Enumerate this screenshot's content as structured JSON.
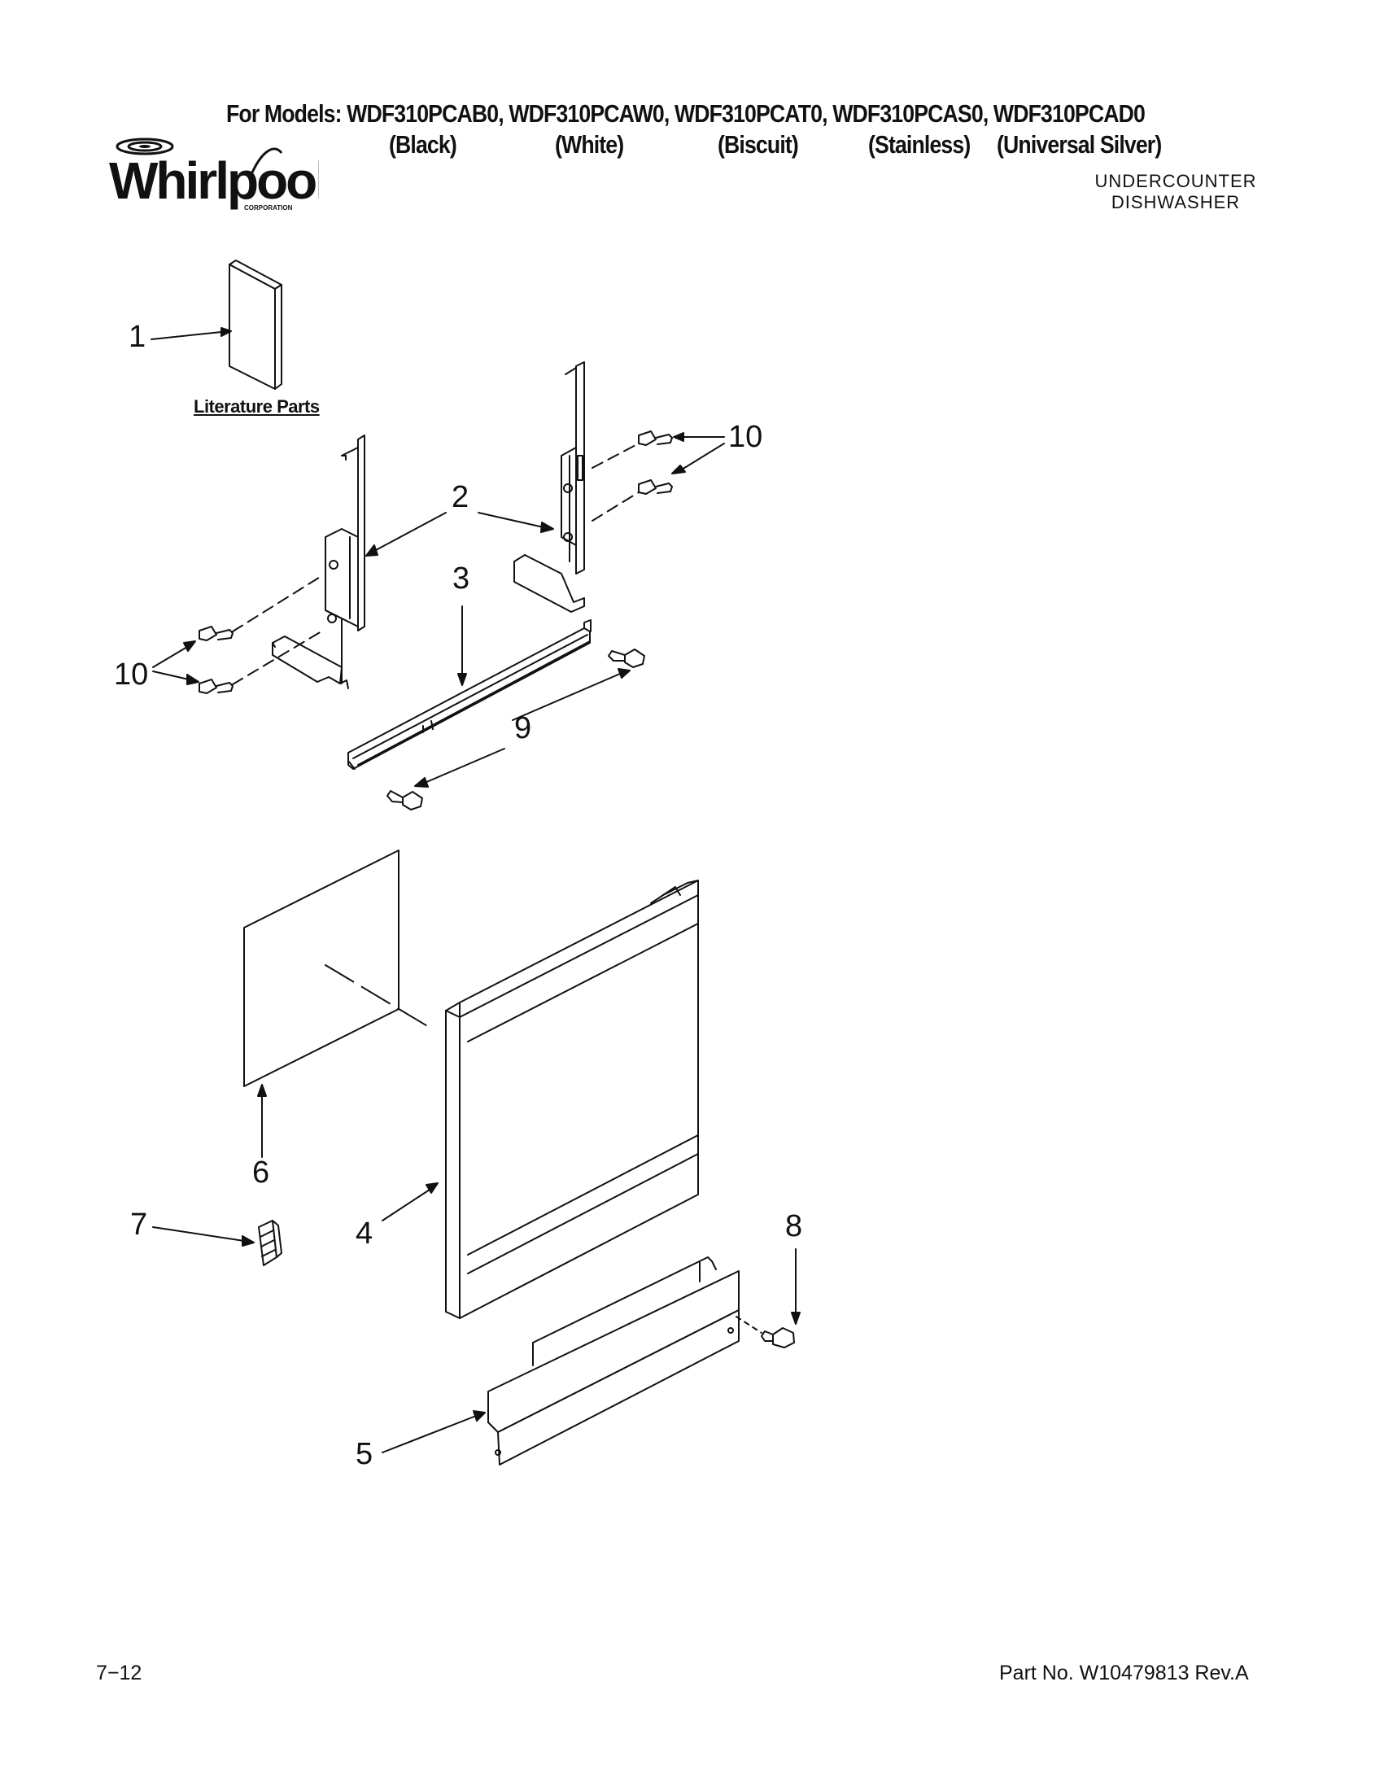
{
  "header": {
    "models_line": "For Models: WDF310PCAB0, WDF310PCAW0, WDF310PCAT0, WDF310PCAS0, WDF310PCAD0",
    "colors": [
      "(Black)",
      "(White)",
      "(Biscuit)",
      "(Stainless)",
      "(Universal Silver)"
    ],
    "product_line1": "UNDERCOUNTER",
    "product_line2": "DISHWASHER"
  },
  "logo": {
    "brand": "Whirlpool",
    "sub": "CORPORATION"
  },
  "diagram": {
    "literature_label": "Literature Parts",
    "callouts": {
      "c1": "1",
      "c2": "2",
      "c3": "3",
      "c4": "4",
      "c5": "5",
      "c6": "6",
      "c7": "7",
      "c8": "8",
      "c9": "9",
      "c10a": "10",
      "c10b": "10"
    }
  },
  "footer": {
    "page": "7−12",
    "part_no": "Part No. W10479813 Rev.A"
  }
}
